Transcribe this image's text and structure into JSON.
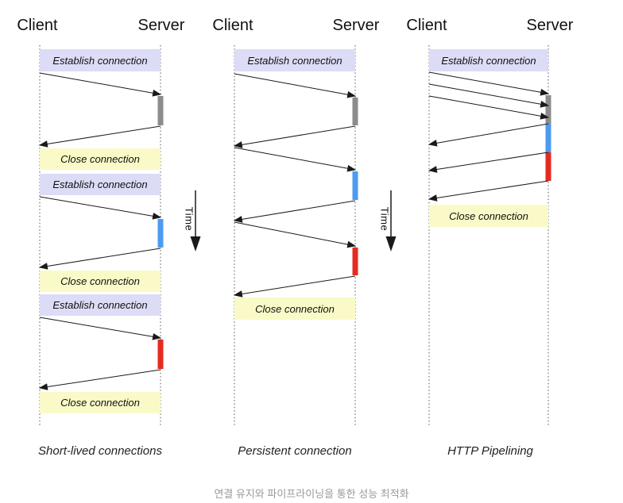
{
  "diagram": {
    "labels": {
      "client": "Client",
      "server": "Server",
      "establish": "Establish connection",
      "close": "Close connection",
      "time": "Time"
    },
    "columns": [
      {
        "title": "Short-lived connections"
      },
      {
        "title": "Persistent connection"
      },
      {
        "title": "HTTP Pipelining"
      }
    ],
    "caption": "연결 유지와 파이프라이닝을 통한 성능 최적화",
    "colors": {
      "establish_bg": "#dcdcf6",
      "close_bg": "#fafac8",
      "bar_gray": "#8c8c8c",
      "bar_blue": "#4d9bf0",
      "bar_red": "#e52b20",
      "arrow": "#1a1a1a",
      "caption_text": "#999999"
    }
  }
}
